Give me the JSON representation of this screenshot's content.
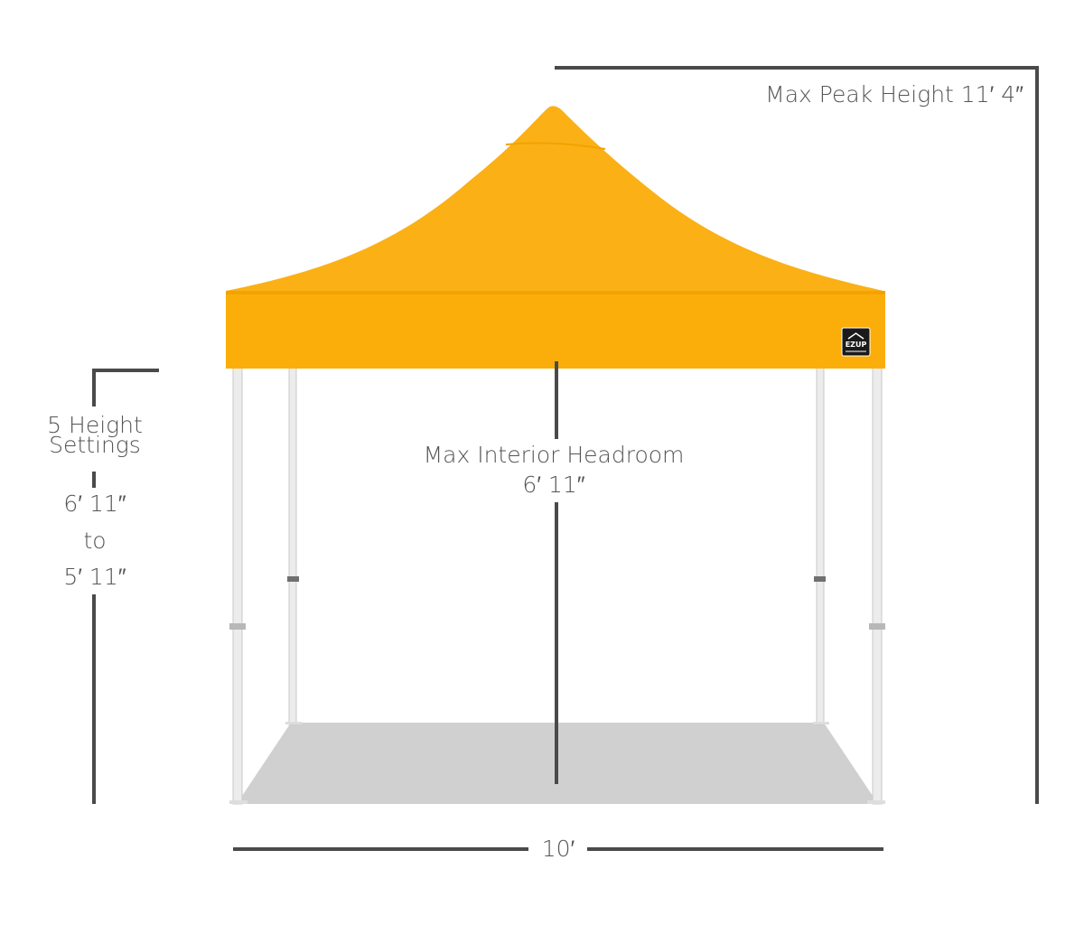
{
  "colors": {
    "canopy": "#fbb016",
    "canopy_dark": "#f5a800",
    "frame": "#e6e6e6",
    "floor": "#d0d0d0",
    "dimension_line": "#4a4a4a",
    "text": "#555555"
  },
  "labels": {
    "peak_height": "Max Peak Height 11′ 4″",
    "height_settings_line1": "5 Height",
    "height_settings_line2": "Settings",
    "height_max": "6′ 11″",
    "height_to": "to",
    "height_min": "5′ 11″",
    "headroom_line1": "Max Interior Headroom",
    "headroom_line2": "6′ 11″",
    "width": "10′"
  },
  "logo": {
    "text": "EZUP"
  }
}
